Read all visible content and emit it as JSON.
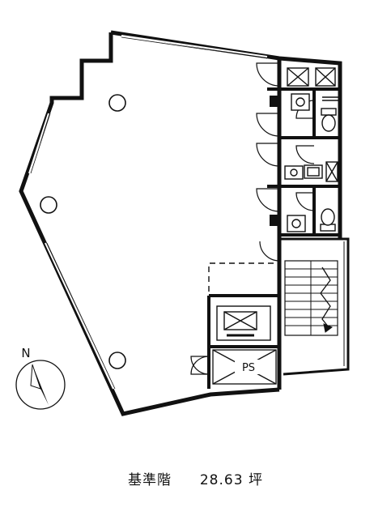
{
  "floor": {
    "name": "基準階",
    "area_value": "28.63",
    "area_unit": "坪"
  },
  "compass": {
    "north_label": "N"
  },
  "rooms": {
    "pipe_space_label": "PS"
  },
  "icons": [
    "north-arrow-icon",
    "column-icon",
    "door-swing-icon",
    "elevator-icon",
    "toilet-icon",
    "sink-icon",
    "stair-icon"
  ]
}
